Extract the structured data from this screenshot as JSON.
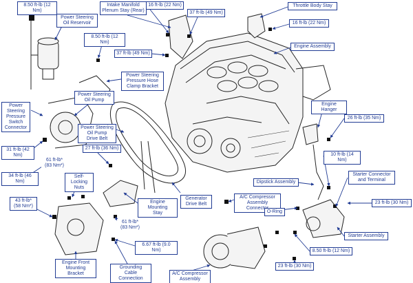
{
  "colors": {
    "label_border": "#1f3a93",
    "label_text": "#1f3a93",
    "line_art": "#222222",
    "background": "#ffffff"
  },
  "labels": {
    "torque_8_50_top": "8.50 ft-lb (12 Nm)",
    "ps_oil_reservoir": "Power Steering\nOil Reservoir",
    "intake_plenum_stay": "Intake Manifold\nPlenum Stay (Rear)",
    "torque_16_a": "16 ft-lb (22 Nm)",
    "torque_37_a": "37 ft-lb (49 Nm)",
    "throttle_body_stay": "Throttle Body Stay",
    "torque_16_b": "16 ft-lb (22 Nm)",
    "torque_8_50_mid": "8.50 ft-lb (12 Nm)",
    "torque_37_b": "37 ft-lb (49 Nm)",
    "engine_assembly": "Engine Assembly",
    "ps_pressure_hose_clamp": "Power Steering\nPressure Hose\nClamp Bracket",
    "ps_oil_pump": "Power Steering\nOil Pump",
    "ps_pressure_switch": "Power\nSteering\nPressure\nSwitch\nConnector",
    "ps_pump_drive_belt": "Power Steering\nOil Pump\nDrive Belt",
    "engine_hanger": "Engine Hanger",
    "torque_26": "26 ft-lb (35 Nm)",
    "torque_31": "31 ft-lb (42 Nm)",
    "torque_27": "27 ft-lb (36 Nm)",
    "torque_61_a": "61 ft-lb*\n(83 Nm*)",
    "torque_10": "10 ft-lb (14 Nm)",
    "torque_34": "34 ft-lb (46 Nm)",
    "self_locking_nuts": "Self-Locking\nNuts",
    "dipstick_assembly": "Dipstick Assembly",
    "starter_connector": "Starter Connector\nand Terminal",
    "torque_43": "43 ft-lb*\n(58 Nm*)",
    "generator_drive_belt": "Generator\nDrive Belt",
    "engine_mounting_stay": "Engine Mounting\nStay",
    "ac_comp_connector": "A/C Compressor\nAssembly Connector",
    "torque_23_a": "23 ft-lb (30 Nm)",
    "o_ring": "O-Ring",
    "torque_61_b": "61 ft-lb*\n(83 Nm*)",
    "starter_assembly": "Starter Assembly",
    "torque_6_67": "6.67 ft-lb (9.0 Nm)",
    "torque_8_50_bot": "8.50 ft-lb (12 Nm)",
    "engine_front_bracket": "Engine Front\nMounting Bracket",
    "grounding_cable": "Grounding\nCable Connection",
    "torque_23_b": "23 ft-lb (30 Nm)",
    "ac_comp_assembly": "A/C Compressor\nAssembly"
  }
}
